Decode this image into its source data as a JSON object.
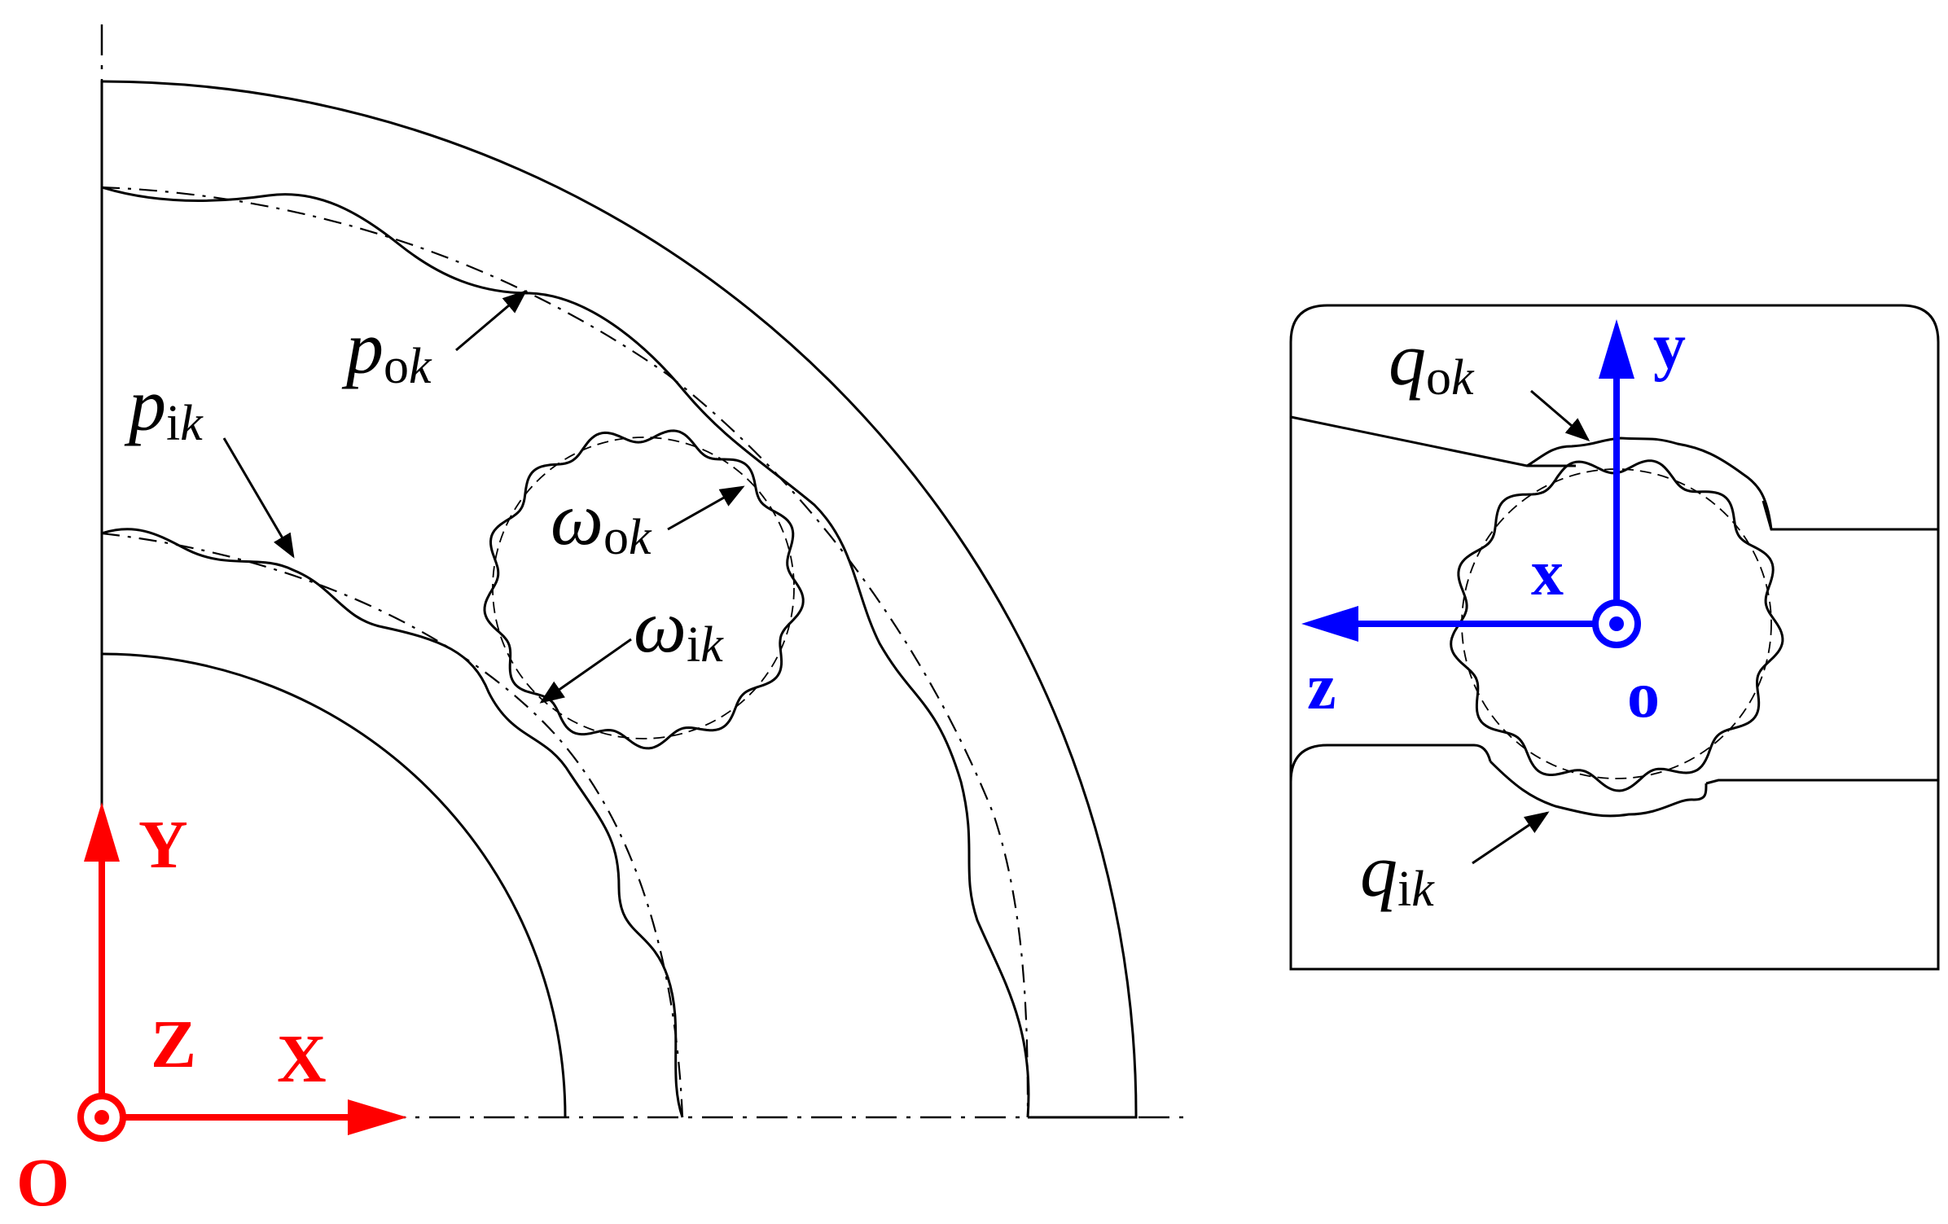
{
  "colors": {
    "line": "#000000",
    "global_axes": "#ff0000",
    "local_axes": "#0000ff",
    "background": "#ffffff"
  },
  "labels": {
    "p_ok": {
      "base": "p",
      "sub": "o",
      "subk": "k"
    },
    "p_ik": {
      "base": "p",
      "sub": "i",
      "subk": "k"
    },
    "omega_ok": {
      "base": "ω",
      "sub": "o",
      "subk": "k"
    },
    "omega_ik": {
      "base": "ω",
      "sub": "i",
      "subk": "k"
    },
    "q_ok": {
      "base": "q",
      "sub": "o",
      "subk": "k"
    },
    "q_ik": {
      "base": "q",
      "sub": "i",
      "subk": "k"
    }
  },
  "global_axes": {
    "x": "X",
    "y": "Y",
    "z": "Z",
    "origin": "O"
  },
  "local_axes": {
    "x": "x",
    "y": "y",
    "z": "z",
    "origin": "o"
  }
}
